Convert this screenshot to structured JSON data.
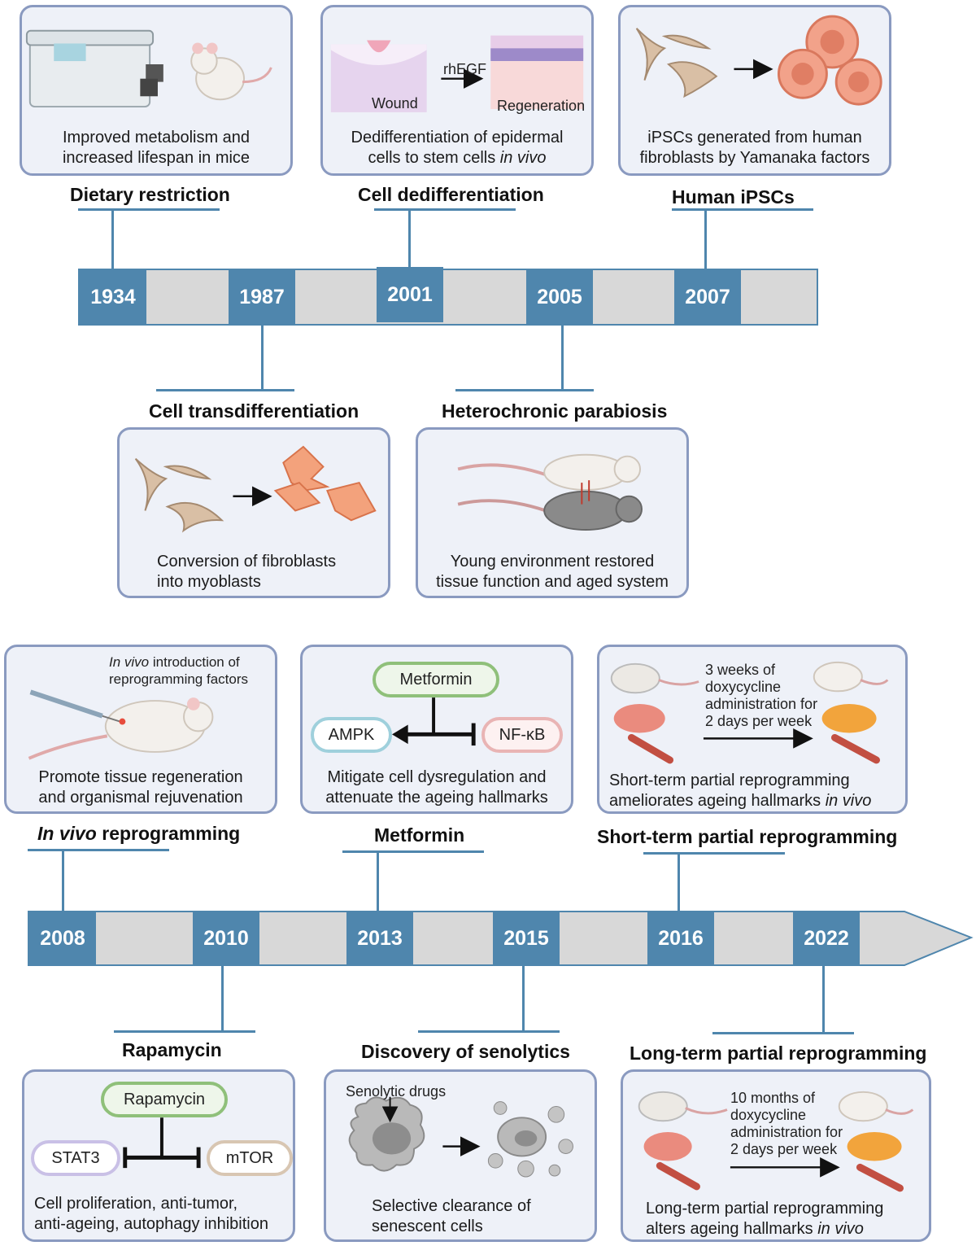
{
  "top": {
    "years": [
      "1934",
      "1987",
      "2001",
      "2005",
      "2007"
    ],
    "events": {
      "dietary": {
        "title": "Dietary restriction",
        "caption_1": "Improved metabolism and",
        "caption_2": "increased lifespan in mice"
      },
      "dediff": {
        "title": "Cell dedifferentiation",
        "caption_1": "Dedifferentiation of epidermal",
        "caption_2_a": "cells to stem cells ",
        "caption_2_b": "in vivo",
        "label_wound": "Wound",
        "label_regen": "Regeneration",
        "label_agent": "rhEGF"
      },
      "ipsc": {
        "title": "Human iPSCs",
        "caption_1": "iPSCs generated from human",
        "caption_2": "fibroblasts by Yamanaka factors"
      },
      "transdiff": {
        "title": "Cell transdifferentiation",
        "caption_1": "Conversion of fibroblasts",
        "caption_2": "into myoblasts"
      },
      "parabiosis": {
        "title": "Heterochronic parabiosis",
        "caption_1": "Young environment restored",
        "caption_2": "tissue function and aged system"
      }
    }
  },
  "bottom": {
    "years": [
      "2008",
      "2010",
      "2013",
      "2015",
      "2016",
      "2022"
    ],
    "events": {
      "invivo": {
        "title_a": "In vivo",
        "title_b": " reprogramming",
        "note_a": "In vivo",
        "note_b": " introduction of",
        "note_2": "reprogramming factors",
        "caption_1": "Promote tissue regeneration",
        "caption_2": "and organismal rejuvenation"
      },
      "metformin": {
        "title": "Metformin",
        "drug": "Metformin",
        "left": "AMPK",
        "right": "NF-κB",
        "caption_1": "Mitigate cell dysregulation and",
        "caption_2": "attenuate the ageing hallmarks"
      },
      "shortterm": {
        "title": "Short-term partial reprogramming",
        "note_1": "3 weeks of",
        "note_2": "doxycycline",
        "note_3": "administration for",
        "note_4": "2 days per week",
        "caption_1": "Short-term partial reprogramming",
        "caption_2_a": "ameliorates ageing hallmarks ",
        "caption_2_b": "in vivo"
      },
      "rapamycin": {
        "title": "Rapamycin",
        "drug": "Rapamycin",
        "left": "STAT3",
        "right": "mTOR",
        "caption_1": "Cell proliferation, anti-tumor,",
        "caption_2": "anti-ageing, autophagy inhibition"
      },
      "senolytics": {
        "title": "Discovery of senolytics",
        "note": "Senolytic drugs",
        "caption_1": "Selective clearance of",
        "caption_2": "senescent cells"
      },
      "longterm": {
        "title": "Long-term partial reprogramming",
        "note_1": "10 months of",
        "note_2": "doxycycline",
        "note_3": "administration for",
        "note_4": "2 days per week",
        "caption_1": "Long-term partial reprogramming",
        "caption_2_a": "alters ageing hallmarks ",
        "caption_2_b": "in vivo"
      }
    }
  },
  "colors": {
    "timeline": "#4f86ad",
    "card_border": "#8a9ac0",
    "card_fill": "#eef1f8",
    "bar_fill": "#d8d8d8",
    "metformin_pill": "#8fc07a",
    "ampk_pill": "#9fd0dc",
    "nfkb_pill": "#e9b4b4",
    "stat3_pill": "#c9c0e6",
    "mtor_pill": "#d8c6b2"
  }
}
